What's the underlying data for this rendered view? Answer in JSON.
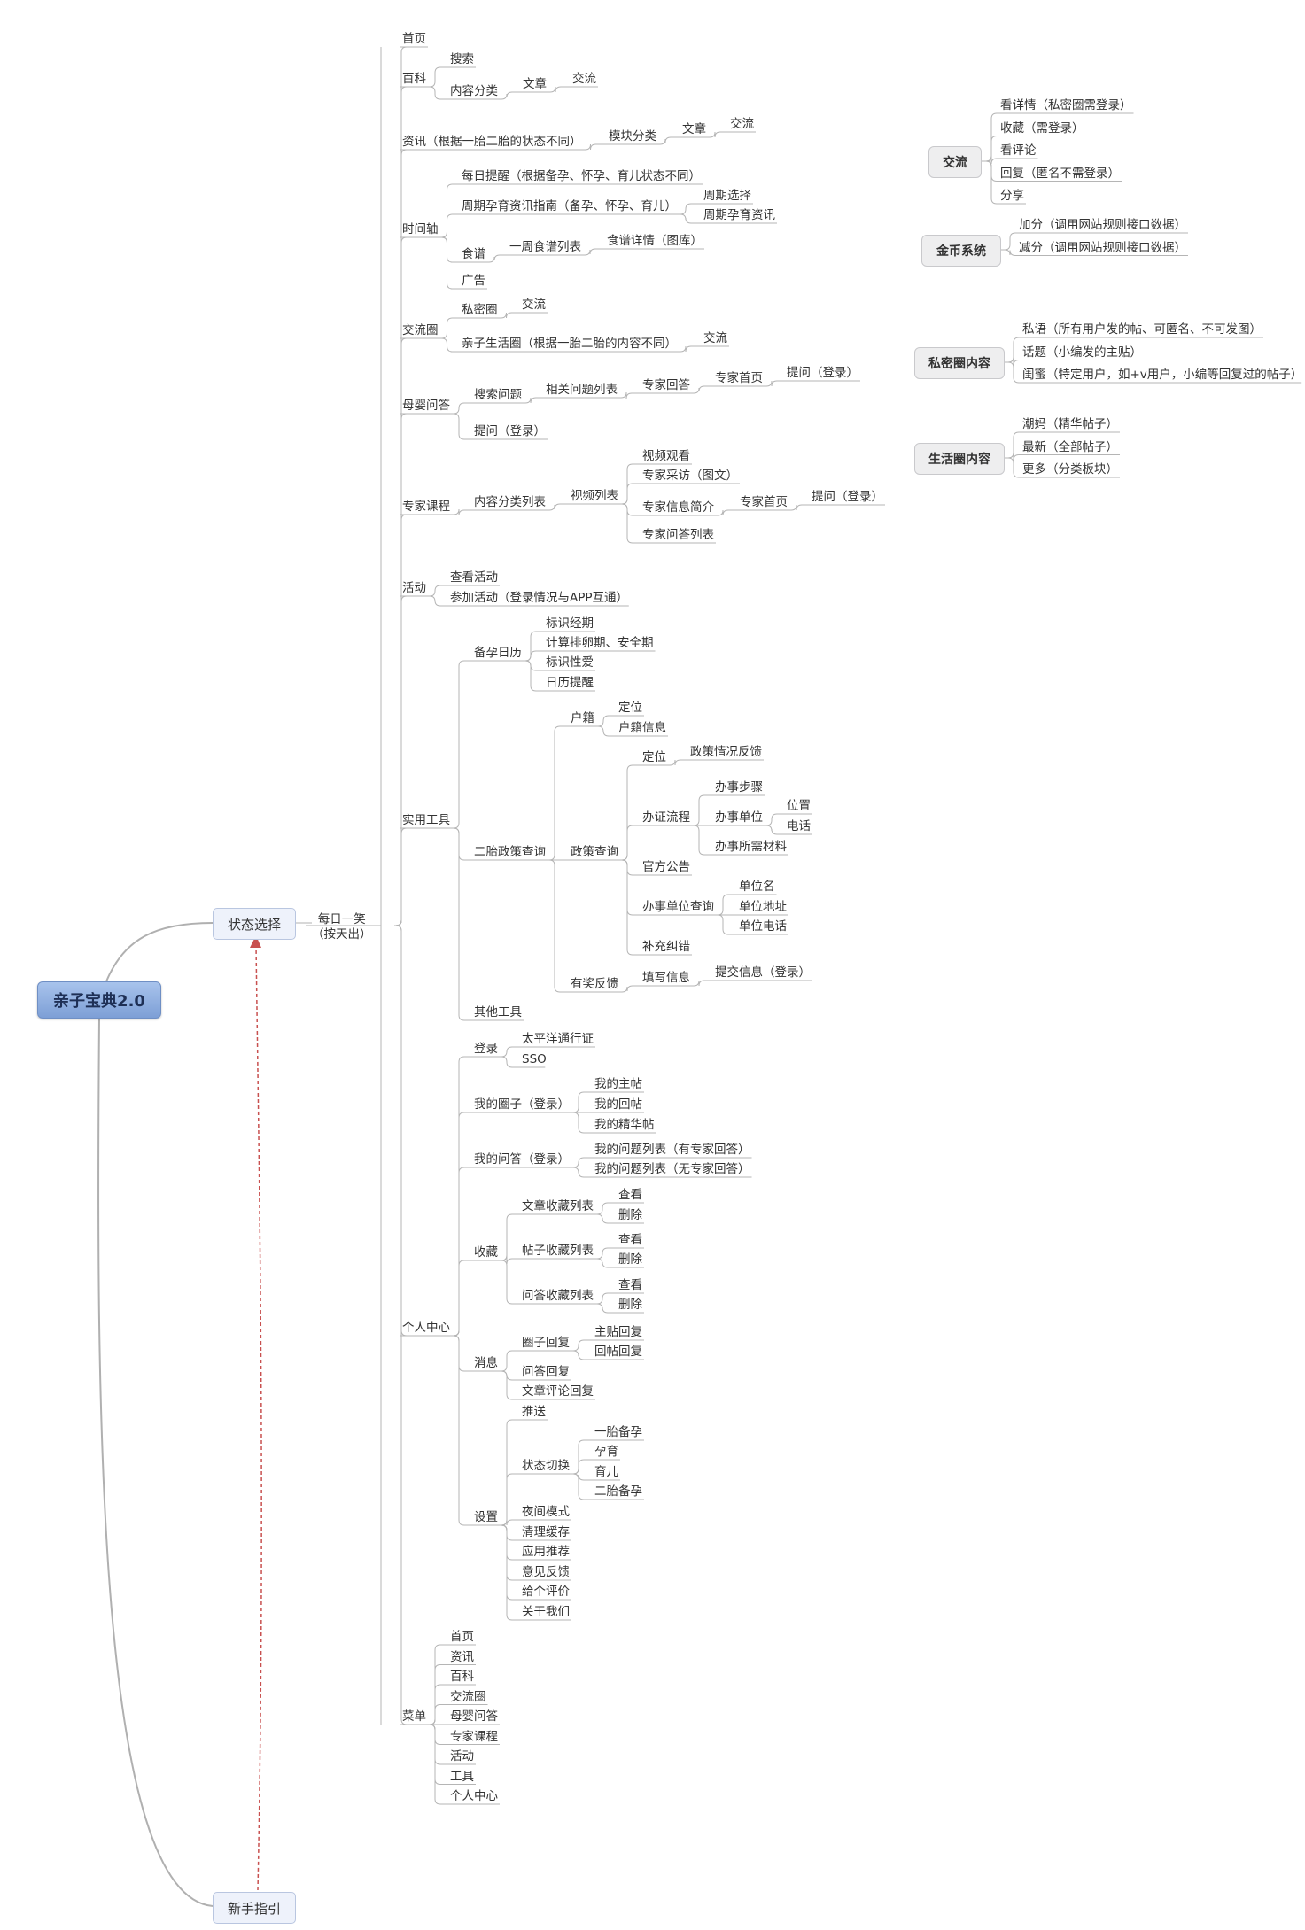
{
  "root": "亲子宝典2.0",
  "main": {
    "state": "状态选择",
    "guide": "新手指引",
    "daily_line1": "每日一笑",
    "daily_line2": "（按天出）",
    "items": {
      "home": "首页",
      "baike": "百科",
      "search": "搜索",
      "content_cat": "内容分类",
      "article": "文章",
      "exchange": "交流",
      "news": "资讯（根据一胎二胎的状态不同）",
      "module_cat": "模块分类",
      "news_article": "文章",
      "news_exchange": "交流",
      "timeline": "时间轴",
      "daily_remind": "每日提醒（根据备孕、怀孕、育儿状态不同）",
      "weekly_guide": "周期孕育资讯指南（备孕、怀孕、育儿）",
      "week_select": "周期选择",
      "week_news": "周期孕育资讯",
      "recipe": "食谱",
      "week_recipe": "一周食谱列表",
      "recipe_detail": "食谱详情（图库）",
      "ad": "广告",
      "circle": "交流圈",
      "private": "私密圈",
      "private_exchange": "交流",
      "life_circle": "亲子生活圈（根据一胎二胎的内容不同）",
      "life_exchange": "交流",
      "qa": "母婴问答",
      "search_q": "搜索问题",
      "related_q": "相关问题列表",
      "expert_answer": "专家回答",
      "expert_home": "专家首页",
      "ask_login": "提问（登录）",
      "ask_login2": "提问（登录）",
      "course": "专家课程",
      "content_list": "内容分类列表",
      "video_list": "视频列表",
      "watch": "视频观看",
      "interview": "专家采访（图文）",
      "intro": "专家信息简介",
      "expert_home2": "专家首页",
      "ask_login3": "提问（登录）",
      "expert_qa_list": "专家问答列表",
      "activity": "活动",
      "view_act": "查看活动",
      "join_act": "参加活动（登录情况与APP互通）",
      "tools": "实用工具",
      "prep_cal": "备孕日历",
      "mark_period": "标识经期",
      "ovulation": "计算排卵期、安全期",
      "mark_love": "标识性爱",
      "cal_remind": "日历提醒",
      "policy_query": "二胎政策查询",
      "hukou": "户籍",
      "locate": "定位",
      "hukou_info": "户籍信息",
      "policy_q": "政策查询",
      "locate2": "定位",
      "policy_feedback": "政策情况反馈",
      "process": "办证流程",
      "steps": "办事步骤",
      "unit": "办事单位",
      "position": "位置",
      "phone": "电话",
      "materials": "办事所需材料",
      "notice": "官方公告",
      "unit_query": "办事单位查询",
      "unit_name": "单位名",
      "unit_addr": "单位地址",
      "unit_phone": "单位电话",
      "correct": "补充纠错",
      "reward": "有奖反馈",
      "fill_info": "填写信息",
      "submit_info": "提交信息（登录）",
      "other_tools": "其他工具",
      "personal": "个人中心",
      "login": "登录",
      "pacific": "太平洋通行证",
      "sso": "SSO",
      "my_circle": "我的圈子（登录）",
      "my_post": "我的主帖",
      "my_reply": "我的回帖",
      "my_best": "我的精华帖",
      "my_qa": "我的问答（登录）",
      "qa_list_expert": "我的问题列表（有专家回答）",
      "qa_list_noexpert": "我的问题列表（无专家回答）",
      "fav": "收藏",
      "fav_article": "文章收藏列表",
      "view1": "查看",
      "del1": "删除",
      "fav_post": "帖子收藏列表",
      "view2": "查看",
      "del2": "删除",
      "fav_qa": "问答收藏列表",
      "view3": "查看",
      "del3": "删除",
      "msg": "消息",
      "circle_reply": "圈子回复",
      "main_reply": "主贴回复",
      "reply_reply": "回帖回复",
      "qa_reply": "问答回复",
      "article_reply": "文章评论回复",
      "settings": "设置",
      "push": "推送",
      "state_switch": "状态切换",
      "prep1": "一胎备孕",
      "pregnancy": "孕育",
      "parenting": "育儿",
      "prep2": "二胎备孕",
      "night": "夜间模式",
      "clear_cache": "清理缓存",
      "app_rec": "应用推荐",
      "feedback": "意见反馈",
      "rate": "给个评价",
      "about": "关于我们",
      "menu": "菜单",
      "m_home": "首页",
      "m_news": "资讯",
      "m_baike": "百科",
      "m_circle": "交流圈",
      "m_qa": "母婴问答",
      "m_course": "专家课程",
      "m_activity": "活动",
      "m_tools": "工具",
      "m_personal": "个人中心"
    }
  },
  "side": {
    "exchange": {
      "title": "交流",
      "items": [
        "看详情（私密圈需登录）",
        "收藏（需登录）",
        "看评论",
        "回复（匿名不需登录）",
        "分享"
      ]
    },
    "coin": {
      "title": "金币系统",
      "items": [
        "加分（调用网站规则接口数据）",
        "减分（调用网站规则接口数据）"
      ]
    },
    "private": {
      "title": "私密圈内容",
      "items": [
        "私语（所有用户发的帖、可匿名、不可发图）",
        "话题（小编发的主贴）",
        "闺蜜（特定用户，如+v用户，小编等回复过的帖子）"
      ]
    },
    "life": {
      "title": "生活圈内容",
      "items": [
        "潮妈（精华帖子）",
        "最新（全部帖子）",
        "更多（分类板块）"
      ]
    }
  },
  "colors": {
    "line": "#b5b5b5",
    "root_fill": "#8fb0e2",
    "dashed": "#c8504f"
  }
}
